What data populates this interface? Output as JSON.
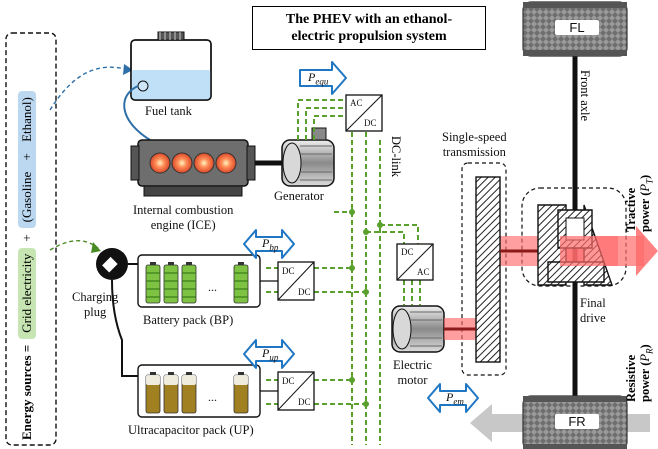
{
  "title": [
    "The PHEV with an ethanol-",
    "electric propulsion system"
  ],
  "energy_sources": {
    "label": "Energy sources =",
    "grid": "Grid electricity",
    "plus": "+",
    "fuel_open": "(Gasoline",
    "fuel_plus": "+",
    "fuel_close": "Ethanol)",
    "fuel_color": "#bcd7f0",
    "grid_color": "#c7e5b3"
  },
  "components": {
    "fuel_tank": "Fuel tank",
    "ice": [
      "Internal combustion",
      "engine (ICE)"
    ],
    "generator": "Generator",
    "charging_plug": [
      "Charging",
      "plug"
    ],
    "battery_pack": "Battery pack (BP)",
    "ultracap_pack": "Ultracapacitor pack (UP)",
    "electric_motor": [
      "Electric",
      "motor"
    ],
    "transmission": [
      "Single-speed",
      "transmission"
    ],
    "final_drive": [
      "Final",
      "drive"
    ],
    "front_axle": "Front axle",
    "dc_link": "DC-link",
    "wheel_fl": "FL",
    "wheel_fr": "FR"
  },
  "converters": {
    "ac_dc": [
      "AC",
      "DC"
    ],
    "dc_dc": [
      "DC",
      "DC"
    ],
    "dc_ac": [
      "DC",
      "AC"
    ],
    "ellipsis": "..."
  },
  "powers": {
    "p_equ": {
      "sym": "P",
      "sub": "equ"
    },
    "p_bp": {
      "sym": "P",
      "sub": "bp"
    },
    "p_up": {
      "sym": "P",
      "sub": "up"
    },
    "p_em": {
      "sym": "P",
      "sub": "em"
    },
    "tractive": [
      "Tractive",
      "power (",
      "P",
      "T",
      ")"
    ],
    "resistive": [
      "Resistive",
      "power (",
      "P",
      "R",
      ")"
    ]
  },
  "colors": {
    "dc_link": "#5aa02c",
    "power_arrow": "#1f77c4",
    "tractive": "#ff6b6b",
    "resistive": "#c8c8c8",
    "battery": "#7dc242",
    "ultracap": "#a08020"
  }
}
